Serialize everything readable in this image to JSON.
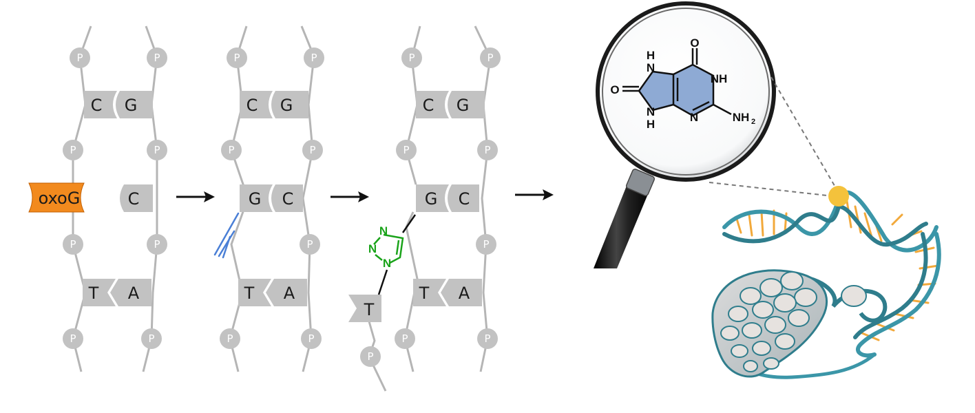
{
  "phosphate_label": "P",
  "panel1": {
    "pair_top": {
      "left": "C",
      "right": "G"
    },
    "lesion": "oxoG",
    "mid_right": "C",
    "pair_bottom": {
      "left": "T",
      "right": "A"
    }
  },
  "panel2": {
    "pair_top": {
      "left": "C",
      "right": "G"
    },
    "pair_mid": {
      "left": "G",
      "right": "C"
    },
    "pair_bottom": {
      "left": "T",
      "right": "A"
    }
  },
  "panel3": {
    "pair_top": {
      "left": "C",
      "right": "G"
    },
    "pair_mid": {
      "left": "G",
      "right": "C"
    },
    "flipped_base": "T",
    "pair_bottom": {
      "left": "T",
      "right": "A"
    },
    "triazole_n": "N"
  },
  "molecule": {
    "o_top": "O",
    "o_left": "O",
    "nh_upper_left": "N",
    "nh_upper_left_h": "H",
    "nh_lower_left": "N",
    "nh_lower_left_h": "H",
    "nh_right": "NH",
    "n_ring": "N",
    "nh2": "NH",
    "nh2_sub": "2"
  },
  "colors": {
    "base_gray": "#c2c2c2",
    "backbone_gray": "#b5b5b5",
    "lesion_orange": "#f28a1e",
    "arrow_black": "#111111",
    "alkyne_blue": "#4a7fd6",
    "triazole_green": "#1aa31a",
    "molecule_fill": "#8eaad4",
    "helix_teal": "#3b96a8",
    "rung_orange": "#f2a93b",
    "marker_yellow": "#f4c23c"
  }
}
